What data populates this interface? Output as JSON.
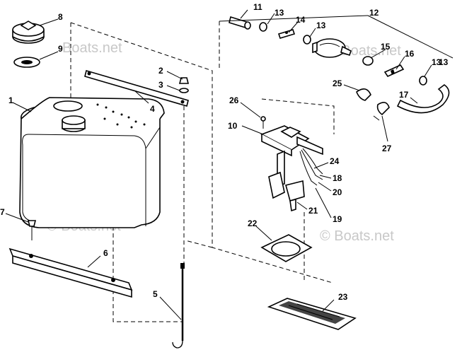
{
  "callouts": [
    "1",
    "2",
    "3",
    "4",
    "5",
    "6",
    "7",
    "8",
    "9",
    "10",
    "11",
    "12",
    "13",
    "13",
    "14",
    "13",
    "15",
    "16",
    "13",
    "17",
    "18",
    "19",
    "20",
    "21",
    "22",
    "23",
    "24",
    "25",
    "26",
    "27"
  ],
  "watermark": "© Boats.net",
  "watermark_short": "Boats.net"
}
